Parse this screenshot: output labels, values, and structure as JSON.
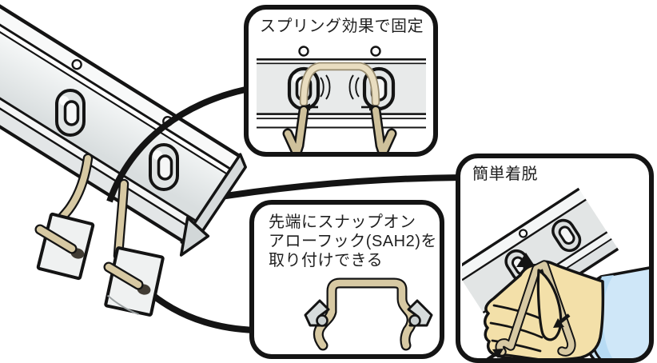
{
  "callouts": {
    "spring": {
      "label": "スプリング効果で固定"
    },
    "attach": {
      "line1": "先端にスナップオン",
      "line2": "アローフック(SAH2)を",
      "line3": "取り付けできる"
    },
    "detach": {
      "label": "簡単着脱"
    }
  },
  "colors": {
    "outline": "#141414",
    "rail_light": "#f4f6f6",
    "rail_mid": "#e3e6e7",
    "rail_dark": "#d6dadb",
    "wire_tan": "#d7c9a3",
    "wire_tan_light": "#e9ddc0",
    "plate_gray": "#eff1f1",
    "arrow_tip_gray": "#d7dcdc",
    "skin": "#f3e0a9",
    "sleeve_blue": "#cfe7f8",
    "sleeve_cuff": "#b7dbf4",
    "text": "#1f1f1f"
  }
}
